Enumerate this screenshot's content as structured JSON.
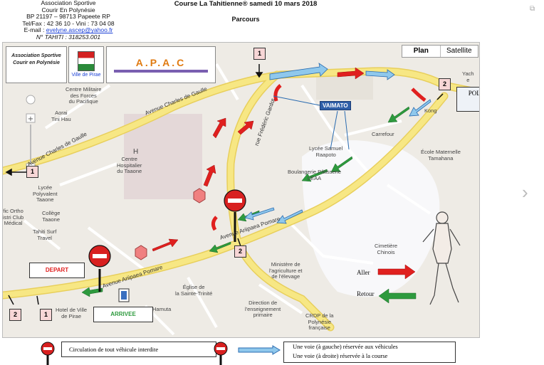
{
  "header": {
    "association": "Association Sportive",
    "association2": "Courir En Polynésie",
    "address": "BP 21197 – 98713 Papeete RP",
    "phone": "Tel/Fax : 42 36 10 - Vini : 73 04 08",
    "email_label": "E-mail :",
    "email": "evelyne.ascep@yahoo.fr",
    "tahiti": "N° TAHITI : 318253.001",
    "title": "Course La Tahitienne® samedi 10 mars 2018",
    "subtitle": "Parcours"
  },
  "map": {
    "view_options": [
      "Plan",
      "Satellite"
    ],
    "active_view": "Plan",
    "logos": {
      "assoc_logo": "Association Sportive Courir en Polynésie",
      "city_logo": "Ville de Pirae",
      "apac_logo": "A.P.A.C"
    },
    "roads": {
      "charles_de_gaulle": "Avenue Charles de Gaulle",
      "charles_de_gaulle_2": "Avenue Charles de Gaulle",
      "gardot": "rue Frédéric Gardot",
      "pomare": "Avenue Ariipaea Pomare",
      "pomare_2": "Avenue Ariipaea Pomare"
    },
    "places": {
      "centre_militaire": "Centre Militaire\ndes Forces\ndu Pacifique",
      "aorai": "Aorai\nTini Hau",
      "hopital_h": "H",
      "hopital": "Centre\nHospitalier\ndu Taaone",
      "lycee_polyvalent": "Lycée\nPolyvalent\nTaaone",
      "college": "Collège\nTaaone",
      "ortho": "fic Ortho\nistri Club\nMédical",
      "tahiti_surf": "Tahiti Surf\nTravel",
      "lycee_samuel": "Lycée Samuel\nRaapoto",
      "boulangerie": "Boulangerie Pâtisserie\nLEAA",
      "carrefour": "Carrefour",
      "kong": "Kong",
      "ecole": "École Maternelle\nTamahana",
      "yachts": "Yach\ne",
      "cimetiere": "Cimetière\nChinois",
      "eglise": "Église de\nla Sainte-Trinité",
      "ministere": "Ministère de\nl'agriculture et\nde l'élevage",
      "hotel_ville": "Hotel de Ville\nde Pirae",
      "hamuta": "Hamuta",
      "direction": "Direction de\nl'enseignement\nprimaire",
      "crdp": "CRDP de la\nPolynésie\nfrançaise"
    },
    "vaimato": "VAIMATO",
    "police": "POLICE MUNICIPALE\nARUE",
    "depart": "DEPART",
    "arrivee": "ARRIVEE",
    "points": [
      "1",
      "1",
      "2",
      "2",
      "1",
      "2"
    ],
    "legend": {
      "aller": "Aller",
      "retour": "Retour"
    }
  },
  "footer_legend": {
    "interdite": "Circulation de tout véhicule interdite",
    "voie_gauche": "Une voie (à gauche) réservée aux véhicules",
    "voie_droite": "Une voie (à droite) réservée à la course"
  },
  "colors": {
    "aller_arrow": "#e0201f",
    "retour_arrow": "#2e9a3e",
    "road_yellow": "#f7e784",
    "no_entry_red": "#d82020",
    "vaimato_blue": "#2f5fa8"
  }
}
